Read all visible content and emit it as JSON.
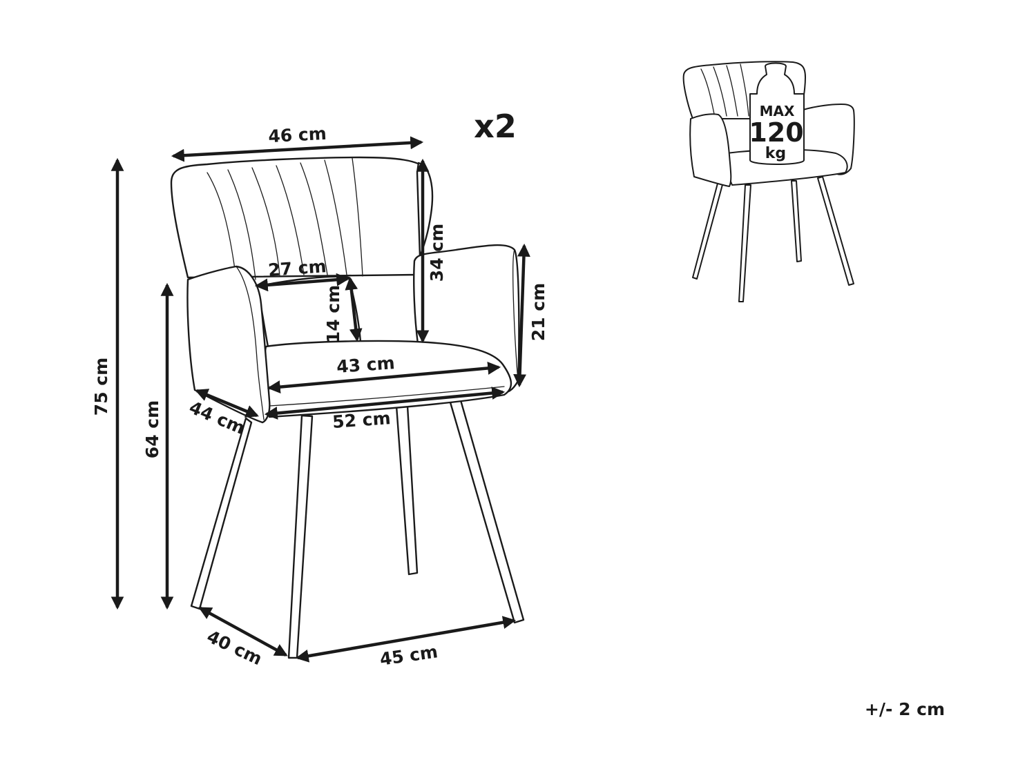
{
  "quantity_label": "x2",
  "tolerance_label": "+/- 2 cm",
  "dimensions": {
    "total_width": "46 cm",
    "total_height": "75 cm",
    "arm_height": "64 cm",
    "backrest_height": "34 cm",
    "armrest_height": "21 cm",
    "inner_width": "27 cm",
    "arm_gap_height": "14 cm",
    "seat_width": "43 cm",
    "seat_total_width": "52 cm",
    "seat_depth": "44 cm",
    "leg_depth": "40 cm",
    "leg_width": "45 cm"
  },
  "max_load": {
    "line1": "MAX",
    "line2": "120",
    "line3": "kg"
  },
  "colors": {
    "ink": "#1a1a1a",
    "background": "#ffffff"
  }
}
